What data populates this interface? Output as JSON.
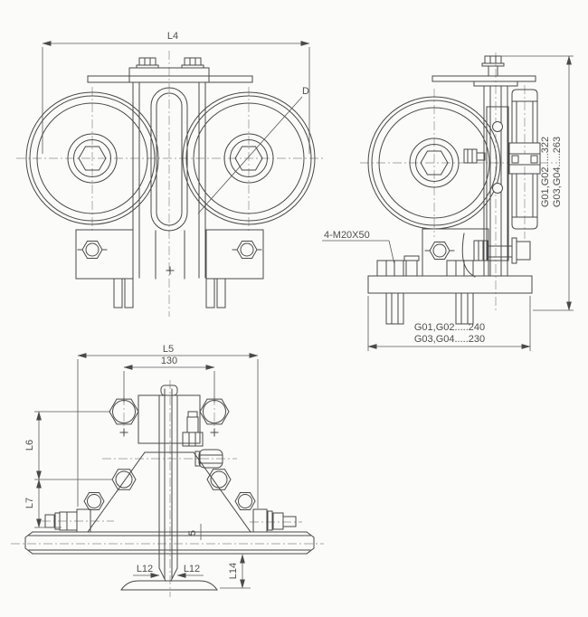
{
  "sheet": {
    "background": "#fbfbf9",
    "ink_color": "#4a4a4a",
    "text_color": "#4f4f4f"
  },
  "front_view": {
    "dim_l4": "L4",
    "dim_d": "D"
  },
  "side_view": {
    "bolt_callout": "4-M20X50",
    "dim_height_a": "G01,G02.....322",
    "dim_height_b": "G03,G04.....263",
    "dim_width_a": "G01,G02.....240",
    "dim_width_b": "G03,G04.....230"
  },
  "plan_view": {
    "dim_l5": "L5",
    "dim_130": "130",
    "dim_l6": "L6",
    "dim_l7": "L7",
    "dim_l12_left": "L12",
    "dim_l12_right": "L12",
    "dim_l14": "L14",
    "dim_5": "5"
  }
}
